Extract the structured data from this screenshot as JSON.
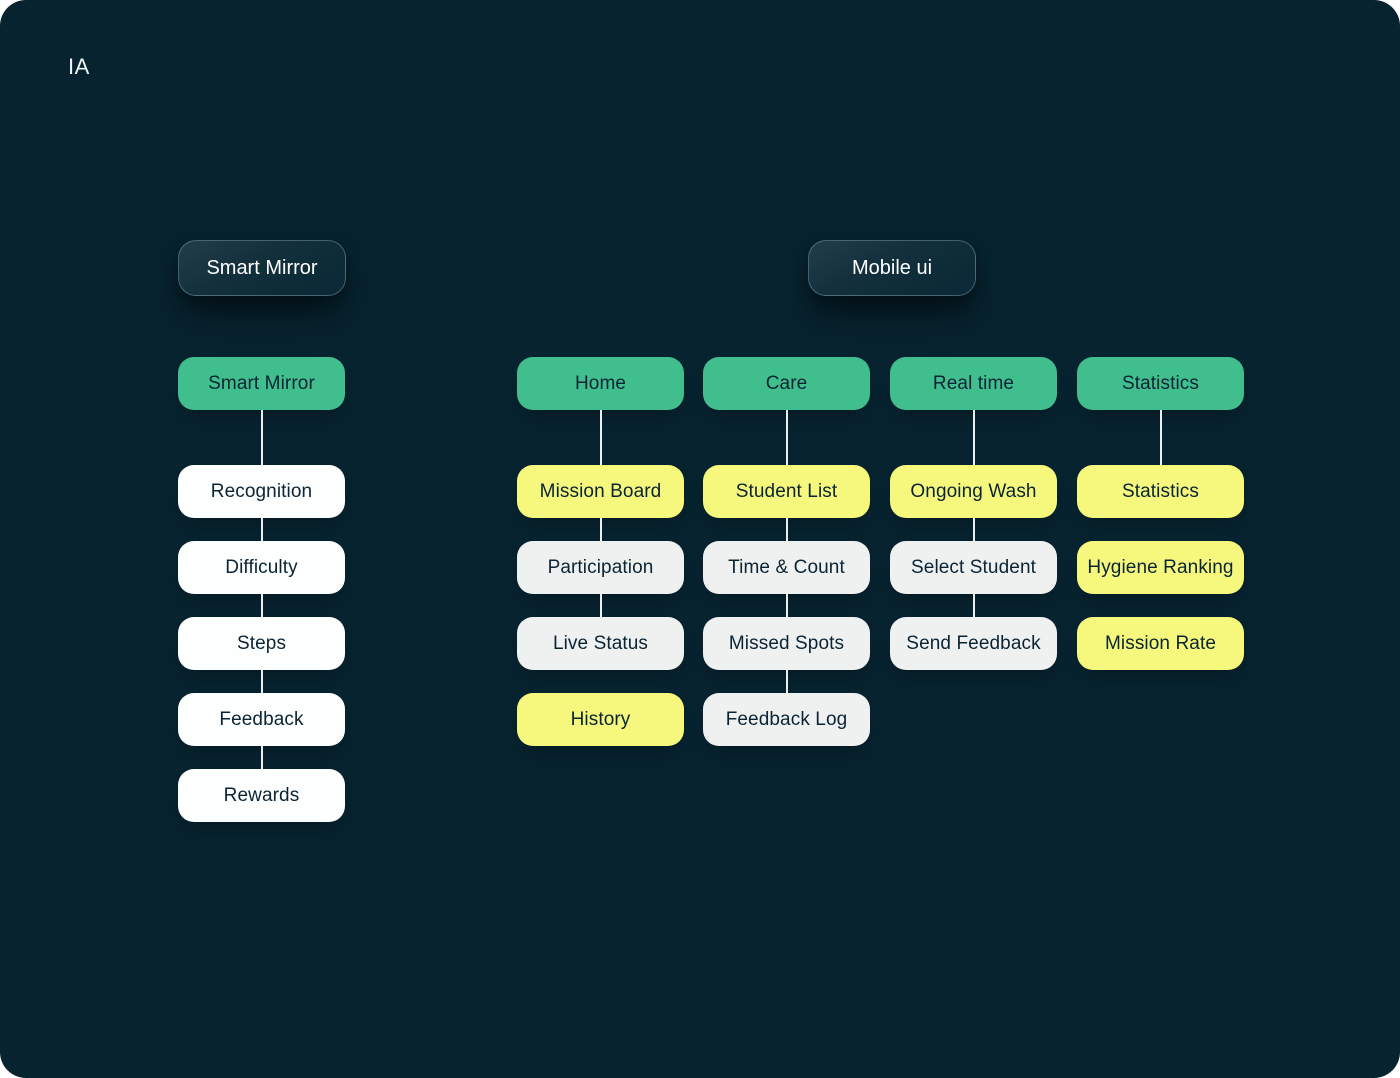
{
  "page": {
    "label": "IA"
  },
  "colors": {
    "background": "#07232F",
    "node_green": "#41BE8E",
    "node_yellow": "#F5F87D",
    "node_white": "#FDFEFE",
    "node_gray": "#EFF1F1",
    "text_dark": "#0B2433",
    "text_light": "#FFFFFF",
    "connector": "#E9EEEF"
  },
  "sections": [
    {
      "header": {
        "label": "Smart Mirror"
      },
      "columns": [
        {
          "root": {
            "label": "Smart Mirror"
          },
          "children": [
            {
              "label": "Recognition"
            },
            {
              "label": "Difficulty"
            },
            {
              "label": "Steps"
            },
            {
              "label": "Feedback"
            },
            {
              "label": "Rewards"
            }
          ]
        }
      ]
    },
    {
      "header": {
        "label": "Mobile ui"
      },
      "columns": [
        {
          "root": {
            "label": "Home"
          },
          "children": [
            {
              "label": "Mission Board"
            },
            {
              "label": "Participation"
            },
            {
              "label": "Live Status"
            },
            {
              "label": "History"
            }
          ]
        },
        {
          "root": {
            "label": "Care"
          },
          "children": [
            {
              "label": "Student List"
            },
            {
              "label": "Time & Count"
            },
            {
              "label": "Missed Spots"
            },
            {
              "label": "Feedback Log"
            }
          ]
        },
        {
          "root": {
            "label": "Real time"
          },
          "children": [
            {
              "label": "Ongoing Wash"
            },
            {
              "label": "Select Student"
            },
            {
              "label": "Send Feedback"
            }
          ]
        },
        {
          "root": {
            "label": "Statistics"
          },
          "children": [
            {
              "label": "Statistics"
            },
            {
              "label": "Hygiene Ranking"
            },
            {
              "label": "Mission Rate"
            }
          ]
        }
      ]
    }
  ]
}
